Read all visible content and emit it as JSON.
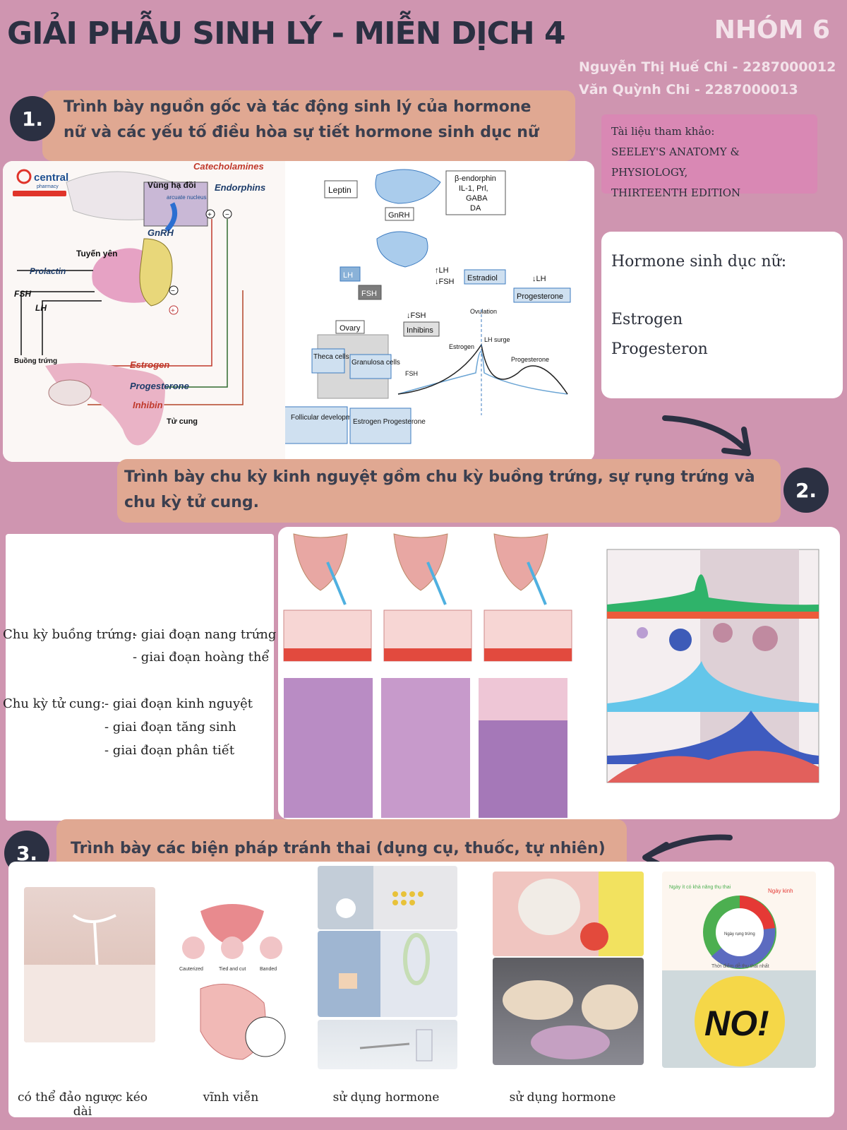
{
  "header": {
    "title": "GIẢI PHẪU SINH LÝ - MIỄN DỊCH 4",
    "group": "NHÓM 6",
    "members": [
      "Nguyễn Thị Huế Chi - 2287000012",
      "Văn Quỳnh Chi          - 2287000013"
    ]
  },
  "reference": {
    "label": "Tài liệu tham khảo:",
    "line1": "SEELEY'S ANATOMY & PHYSIOLOGY,",
    "line2": "THIRTEENTH EDITION"
  },
  "sections": [
    {
      "number": "1.",
      "line1": "Trình bày nguồn gốc và tác động sinh lý của hormone",
      "line2": "nữ và các yếu tố điều hòa sự tiết hormone sinh dục nữ"
    },
    {
      "number": "2.",
      "line1": "Trình bày chu kỳ kinh nguyệt gồm chu kỳ buồng trứng, sự rụng trứng và",
      "line2": "chu kỳ tử cung."
    },
    {
      "number": "3.",
      "line1": "Trình bày các biện pháp tránh thai (dụng cụ, thuốc, tự nhiên)"
    }
  ],
  "hormone_box": {
    "title": "Hormone sinh dục nữ:",
    "items": [
      "Estrogen",
      "Progesteron"
    ]
  },
  "cycle_text": {
    "ovarian_label": "Chu kỳ buồng trứng:",
    "ovarian_items": [
      "- giai đoạn nang trứng",
      "- giai đoạn hoàng thể"
    ],
    "uterine_label": "Chu kỳ tử cung:",
    "uterine_items": [
      "- giai đoạn kinh nguyệt",
      "- giai đoạn tăng sinh",
      "- giai đoạn phân tiết"
    ]
  },
  "diagram_left": {
    "brand": "central",
    "brand_sub": "pharmacy",
    "labels": {
      "catecholamines": "Catecholamines",
      "hypothalamus": "Vùng hạ đồi",
      "arcuate": "arcuate nucleus",
      "endorphins": "Endorphins",
      "gnrh": "GnRH",
      "pituitary": "Tuyến yên",
      "prolactin": "Prolactin",
      "fsh": "FSH",
      "lh": "LH",
      "ovary": "Buồng trứng",
      "estrogen": "Estrogen",
      "progesterone": "Progesterone",
      "inhibin": "Inhibin",
      "uterus": "Tử cung"
    }
  },
  "diagram_right": {
    "labels": {
      "leptin": "Leptin",
      "beta": "β-endorphin",
      "il": "IL-1, Prl,",
      "gaba": "GABA",
      "da": "DA",
      "gnrh": "GnRH",
      "lh": "LH",
      "fsh": "FSH",
      "up_lh": "↑LH",
      "down_fsh": "↓FSH",
      "estradiol": "Estradiol",
      "down_lh": "↓LH",
      "progesterone": "Progesterone",
      "ovary": "Ovary",
      "down_fsh2": "↓FSH",
      "inhibins": "Inhibins",
      "ovulation": "Ovulation",
      "theca": "Theca cells",
      "granulosa": "Granulosa cells",
      "estrogen": "Estrogen",
      "lh_surge": "LH surge",
      "progesterone_curve": "Progesterone",
      "fsh_curve": "FSH",
      "follicular": "Follicular development Ovulation",
      "est_prog": "Estrogen Progesterone"
    }
  },
  "contraception": {
    "captions": [
      "có thể đảo ngược kéo dài",
      "vĩnh viễn",
      "sử dụng hormone",
      "sử dụng hormone"
    ],
    "calendar_fertile": "Ngày ít có khả năng thụ thai",
    "calendar_period": "Ngày kinh",
    "calendar_ovulation": "Ngày rụng trứng",
    "calendar_peak": "Thời điểm dễ thụ thai nhất",
    "no_sign": "NO!",
    "sterilization_labels": [
      "Cauterized",
      "Tied and cut",
      "Banded"
    ]
  },
  "colors": {
    "background": "#cf95b0",
    "accent_box": "#e0a892",
    "dark": "#2b3042",
    "reference_box": "#d988b4"
  }
}
